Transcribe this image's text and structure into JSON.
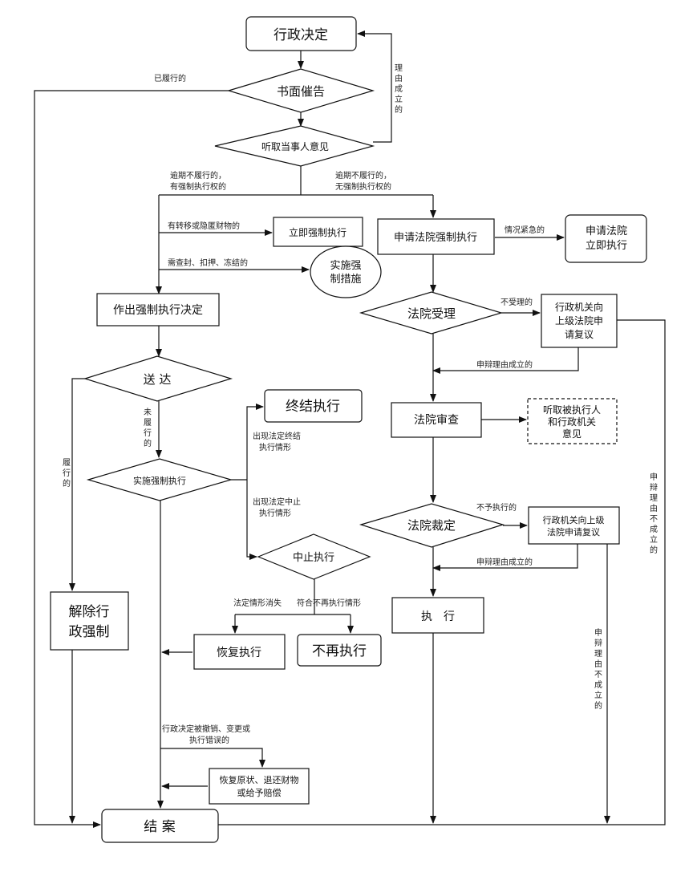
{
  "nodes": {
    "admin_decision": "行政决定",
    "written_notice": "书面催告",
    "hear_opinion": "听取当事人意见",
    "immediate_enforce": "立即强制执行",
    "coercive_measures": [
      "实施强",
      "制措施"
    ],
    "apply_court": "申请法院强制执行",
    "apply_court_immediate": [
      "申请法院",
      "立即执行"
    ],
    "make_decision": "作出强制执行决定",
    "court_accept": "法院受理",
    "review1": [
      "行政机关向",
      "上级法院申",
      "请复议"
    ],
    "deliver": "送 达",
    "terminate": "终结执行",
    "court_review": "法院审查",
    "hear_parties": [
      "听取被执行人",
      "和行政机关",
      "意见"
    ],
    "implement": "实施强制执行",
    "court_ruling": "法院裁定",
    "review2": [
      "行政机关向上级",
      "法院申请复议"
    ],
    "suspend": "中止执行",
    "lift": [
      "解除行",
      "政强制"
    ],
    "execute": "执　行",
    "resume": "恢复执行",
    "no_more": "不再执行",
    "restore": [
      "恢复原状、退还财物",
      "或给予赔偿"
    ],
    "close_case": "结 案"
  },
  "labels": {
    "fulfilled": "已履行的",
    "reason_holds_vertical": "理由成立的",
    "overdue_with": [
      "逾期不履行的，",
      "有强制执行权的"
    ],
    "overdue_without": [
      "逾期不履行的，",
      "无强制执行权的"
    ],
    "transfer_hide": "有转移或隐匿财物的",
    "seal_seize": "需查封、扣押、冻结的",
    "urgent": "情况紧急的",
    "not_accepted": "不受理的",
    "defense_holds1": "申辩理由成立的",
    "not_fulfilled_vertical": "未履行的",
    "fulfilled_vertical": "履行的",
    "terminate_case": [
      "出现法定终结",
      "执行情形"
    ],
    "suspend_case": [
      "出现法定中止",
      "执行情形"
    ],
    "no_execute": "不予执行的",
    "defense_holds2": "申辩理由成立的",
    "defense_fails_right": "申辩理由不成立的",
    "defense_fails_mid": "申辩理由不成立的",
    "situation_gone": "法定情形消失",
    "meets_no_exec": "符合不再执行情形",
    "revoked": [
      "行政决定被撤销、变更或",
      "执行错误的"
    ]
  },
  "colors": {
    "line": "#111111",
    "background": "#ffffff"
  }
}
